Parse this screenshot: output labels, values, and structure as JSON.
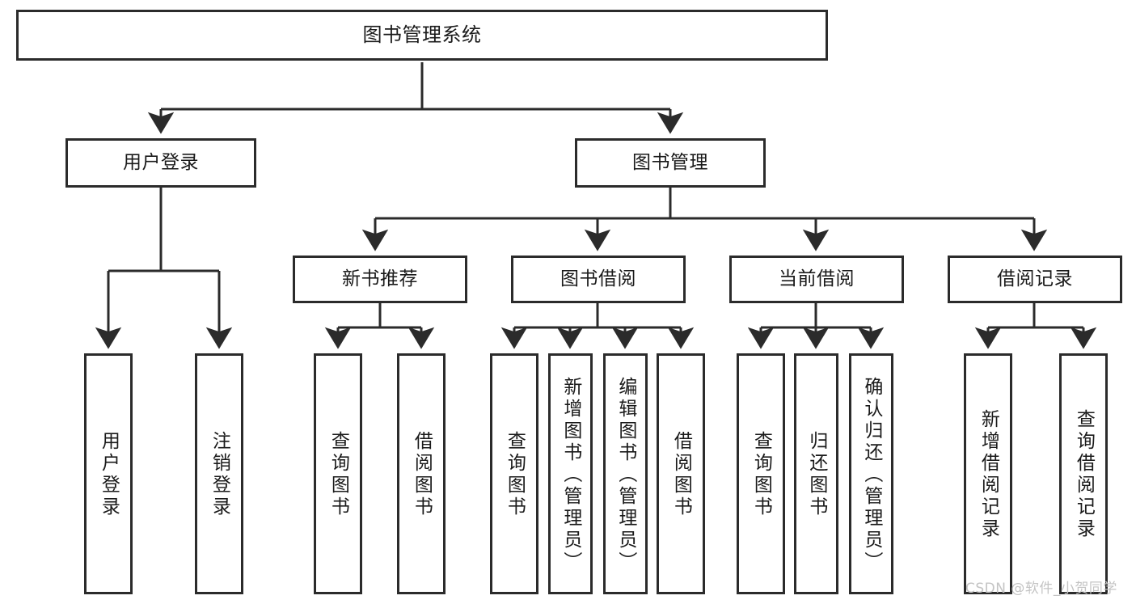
{
  "diagram": {
    "title": "图书管理系统",
    "type": "hierarchy-tree",
    "root": {
      "id": "root",
      "label": "图书管理系统"
    },
    "level2": [
      {
        "id": "user-login",
        "label": "用户登录"
      },
      {
        "id": "book-management",
        "label": "图书管理"
      }
    ],
    "level3": [
      {
        "id": "new-book-recommend",
        "label": "新书推荐",
        "parent": "book-management"
      },
      {
        "id": "book-borrow",
        "label": "图书借阅",
        "parent": "book-management"
      },
      {
        "id": "current-borrow",
        "label": "当前借阅",
        "parent": "book-management"
      },
      {
        "id": "borrow-record",
        "label": "借阅记录",
        "parent": "book-management"
      }
    ],
    "leaves": [
      {
        "id": "leaf-user-login",
        "label": "用户登录",
        "parent": "user-login"
      },
      {
        "id": "leaf-logout-login",
        "label": "注销登录",
        "parent": "user-login"
      },
      {
        "id": "leaf-query-book-1",
        "label": "查询图书",
        "parent": "new-book-recommend"
      },
      {
        "id": "leaf-borrow-book-1",
        "label": "借阅图书",
        "parent": "new-book-recommend"
      },
      {
        "id": "leaf-query-book-2",
        "label": "查询图书",
        "parent": "book-borrow"
      },
      {
        "id": "leaf-add-book",
        "label": "新增图书（管理员）",
        "parent": "book-borrow"
      },
      {
        "id": "leaf-edit-book",
        "label": "编辑图书（管理员）",
        "parent": "book-borrow"
      },
      {
        "id": "leaf-borrow-book-2",
        "label": "借阅图书",
        "parent": "book-borrow"
      },
      {
        "id": "leaf-query-book-3",
        "label": "查询图书",
        "parent": "current-borrow"
      },
      {
        "id": "leaf-return-book",
        "label": "归还图书",
        "parent": "current-borrow"
      },
      {
        "id": "leaf-confirm-return",
        "label": "确认归还（管理员）",
        "parent": "current-borrow"
      },
      {
        "id": "leaf-add-record",
        "label": "新增借阅记录",
        "parent": "borrow-record"
      },
      {
        "id": "leaf-query-record",
        "label": "查询借阅记录",
        "parent": "borrow-record"
      }
    ],
    "colors": {
      "stroke": "#2b2b2b",
      "fill": "#ffffff",
      "text": "#1a1a1a",
      "watermark": "#c4c4c4"
    }
  },
  "watermark": {
    "text": "CSDN @软件_小贺同学"
  }
}
